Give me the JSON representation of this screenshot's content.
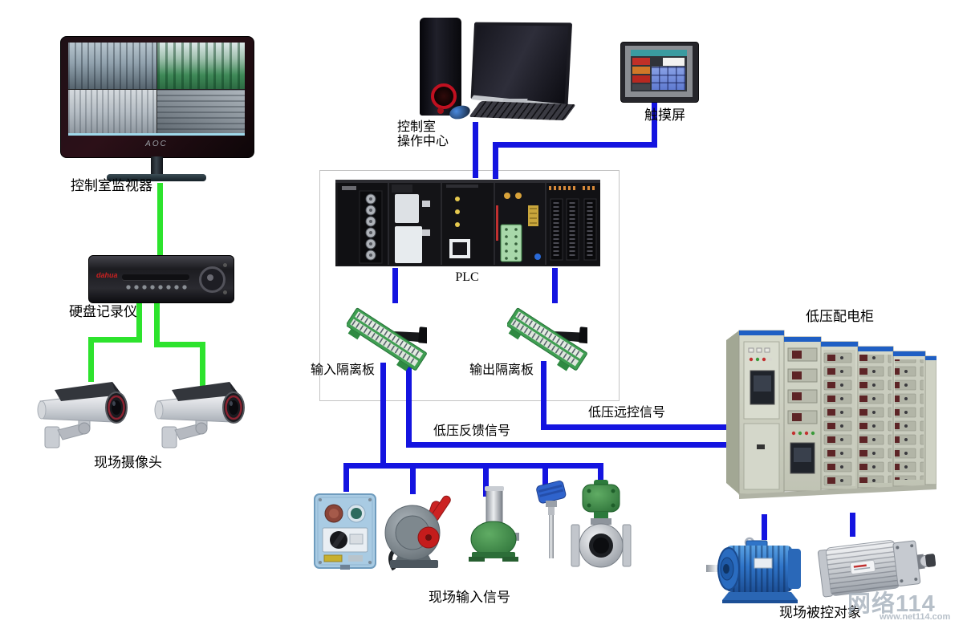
{
  "nodes": {
    "monitor": {
      "label": "控制室监视器",
      "brand": "AOC"
    },
    "computer": {
      "label_line1": "控制室",
      "label_line2": "操作中心"
    },
    "touchscreen": {
      "label": "触摸屏"
    },
    "plc": {
      "label": "PLC"
    },
    "input_board": {
      "label": "输入隔离板"
    },
    "output_board": {
      "label": "输出隔离板"
    },
    "dvr": {
      "label": "硬盘记录仪",
      "brand": "dahua"
    },
    "cameras": {
      "label": "现场摄像头",
      "count": 2
    },
    "field_inputs": {
      "label": "现场输入信号",
      "icons": [
        "control-button-box",
        "pull-cord-switch",
        "limit-switch",
        "thermocouple-probe",
        "vortex-flow-meter"
      ]
    },
    "cabinet": {
      "label": "低压配电柜"
    },
    "controlled": {
      "label": "现场被控对象",
      "icons": [
        "electric-motor",
        "pneumatic-cylinder"
      ]
    }
  },
  "signals": {
    "remote_label": "低压远控信号",
    "feedback_label": "低压反馈信号"
  },
  "watermark": {
    "text": "网络114",
    "subtext": "www.net114.com"
  },
  "colors": {
    "blue_line": "#1414e0",
    "green_line": "#2de32d"
  },
  "edges": [
    {
      "from": "control-room-monitor",
      "to": "dvr",
      "color": "green"
    },
    {
      "from": "dvr",
      "to": "camera-1",
      "color": "green"
    },
    {
      "from": "dvr",
      "to": "camera-2",
      "color": "green"
    },
    {
      "from": "operator-pc",
      "to": "plc",
      "color": "blue"
    },
    {
      "from": "touchscreen",
      "to": "plc",
      "color": "blue"
    },
    {
      "from": "plc",
      "to": "input-isolation-board",
      "color": "blue"
    },
    {
      "from": "plc",
      "to": "output-isolation-board",
      "color": "blue"
    },
    {
      "from": "input-isolation-board",
      "to": "field-input-devices",
      "color": "blue"
    },
    {
      "from": "cabinet",
      "to": "input-isolation-board",
      "color": "blue",
      "label": "低压反馈信号"
    },
    {
      "from": "output-isolation-board",
      "to": "cabinet",
      "color": "blue",
      "label": "低压远控信号"
    },
    {
      "from": "cabinet",
      "to": "electric-motor",
      "color": "blue"
    },
    {
      "from": "cabinet",
      "to": "pneumatic-cylinder",
      "color": "blue"
    }
  ]
}
